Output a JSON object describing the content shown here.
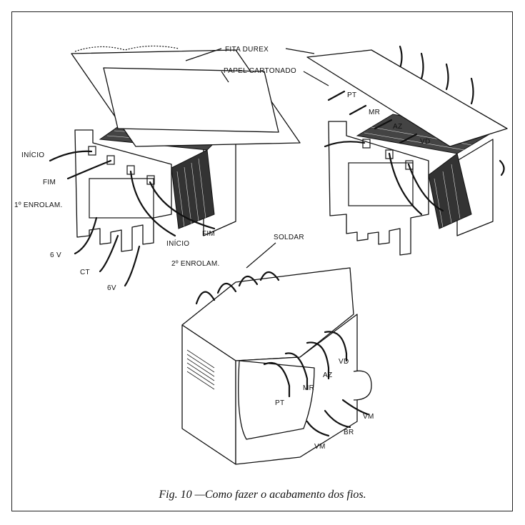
{
  "labels": {
    "fita_durex": "FITA DUREX",
    "papel_cartonado": "PAPEL CARTONADO",
    "inicio_1": "INÍCIO",
    "fim_1": "FIM",
    "primeiro_enrolam": "1º ENROLAM.",
    "inicio_2": "INÍCIO",
    "fim_2": "FIM",
    "segundo_enrolam": "2º ENROLAM.",
    "seis_v_a": "6 V",
    "ct": "CT",
    "seis_v_b": "6V",
    "pt_top": "PT",
    "mr_top": "MR",
    "az_top": "AZ",
    "vd_top": "VD",
    "soldar": "SOLDAR",
    "pt_bottom": "PT",
    "mr_bottom": "MR",
    "az_bottom": "AZ",
    "vd_bottom": "VD",
    "vm_right": "VM",
    "br": "BR",
    "vm_bottom": "VM"
  },
  "caption": "Fig. 10 —Como fazer o acabamento dos fios."
}
